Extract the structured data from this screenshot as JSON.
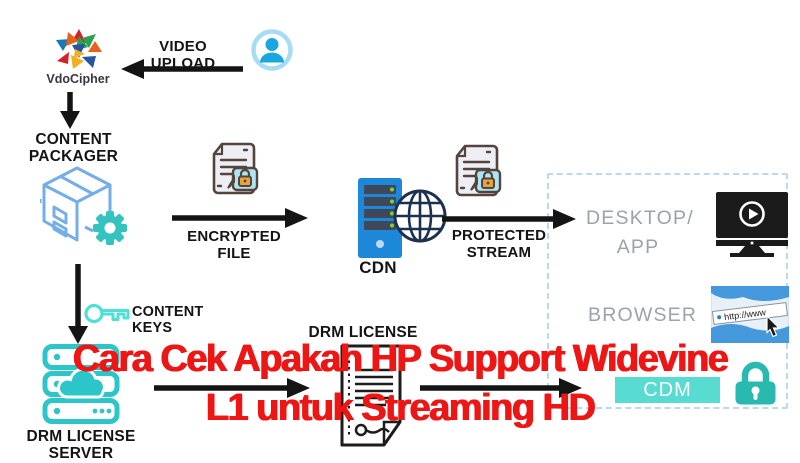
{
  "brand": {
    "name": "VdoCipher"
  },
  "nodes": {
    "video_upload": "VIDEO UPLOAD",
    "content_packager": "CONTENT PACKAGER",
    "encrypted_file": "ENCRYPTED FILE",
    "cdn": "CDN",
    "protected_stream": "PROTECTED STREAM",
    "content_keys": "CONTENT KEYS",
    "drm_license_server": "DRM LICENSE SERVER",
    "drm_license": "DRM LICENSE"
  },
  "client_box": {
    "desktop_app": "DESKTOP/ APP",
    "browser": "BROWSER",
    "cdm": "CDM",
    "browser_address": "http://www"
  },
  "overlay": {
    "line1": "Cara Cek Apakah HP Support Widevine",
    "line2": "L1 untuk Streaming HD"
  },
  "colors": {
    "overlay_red": "#ee1515",
    "accent_teal": "#2cc5c9",
    "cdm_button_teal": "#58dcd1",
    "lock_teal": "#2ab9ae",
    "package_blue": "#74aee6",
    "gear_teal": "#35c3c0",
    "cdn_blue": "#1e88d8",
    "user_blue": "#1aa7e0",
    "gray_label": "#9aa3ab",
    "dashed_border": "#bcd8ee",
    "arrow_black": "#141414",
    "doc_lock_orange": "#e8a43c",
    "doc_badge_blue": "#ade4f6"
  },
  "icons": {
    "vdocipher-logo-icon": "colorful origami pinwheel star",
    "user-icon": "person avatar in circle",
    "package-gear-icon": "3d box with gear",
    "encrypted-doc-icon": "document with lock badge",
    "cdn-server-icon": "server tower with globe",
    "protected-doc-icon": "document with lock badge",
    "monitor-play-icon": "desktop monitor with play button",
    "browser-thumbnail-icon": "browser address bar over world map with cursor",
    "lock-icon": "padlock",
    "key-icon": "key outline",
    "drm-server-icon": "server stack with cloud",
    "license-doc-icon": "license document with key seal"
  }
}
